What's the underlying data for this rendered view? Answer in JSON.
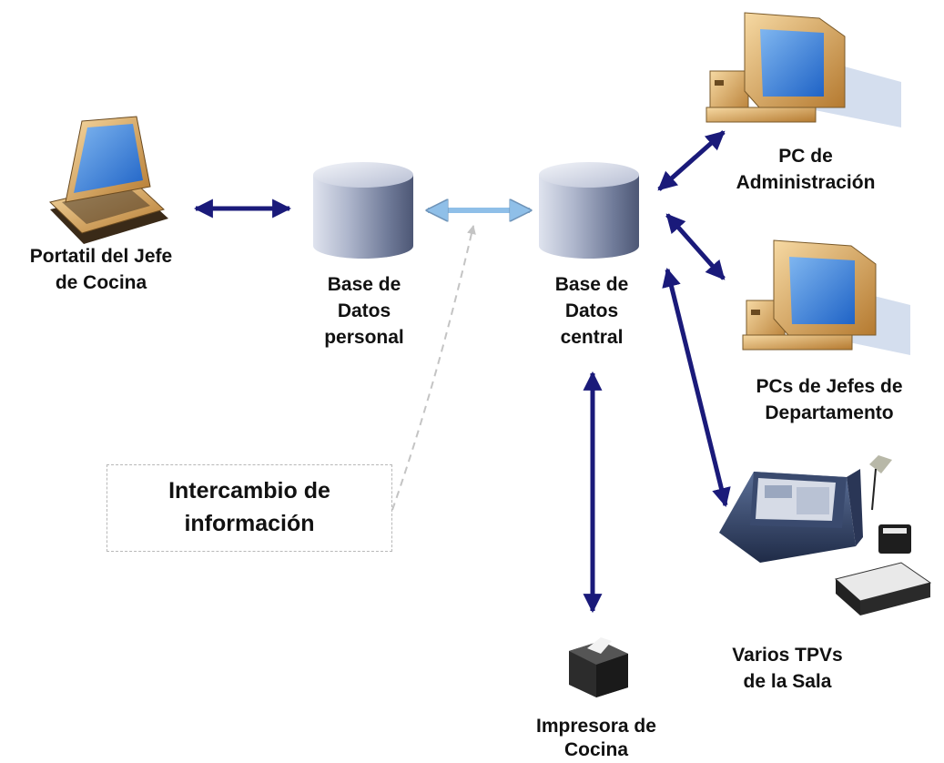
{
  "nodes": {
    "laptop": {
      "line1": "Portatil del Jefe",
      "line2": "de Cocina",
      "icon": "laptop-icon"
    },
    "db_personal": {
      "line1": "Base de",
      "line2": "Datos",
      "line3": "personal",
      "icon": "database-icon"
    },
    "db_central": {
      "line1": "Base de",
      "line2": "Datos",
      "line3": "central",
      "icon": "database-icon"
    },
    "pc_admin": {
      "line1": "PC de",
      "line2": "Administración",
      "icon": "desktop-pc-icon"
    },
    "pc_jefes": {
      "line1": "PCs de Jefes de",
      "line2": "Departamento",
      "icon": "desktop-pc-icon"
    },
    "tpv": {
      "line1": "Varios TPVs",
      "line2": "de la Sala",
      "icon": "pos-terminal-icon"
    },
    "impresora": {
      "line1": "Impresora de",
      "line2": "Cocina",
      "icon": "receipt-printer-icon"
    }
  },
  "callout": {
    "line1": "Intercambio de",
    "line2": "información"
  },
  "colors": {
    "arrow_main": "#1a1a7a",
    "arrow_sync": "#8fbfe8",
    "callout_dash": "#b8b8b8"
  }
}
